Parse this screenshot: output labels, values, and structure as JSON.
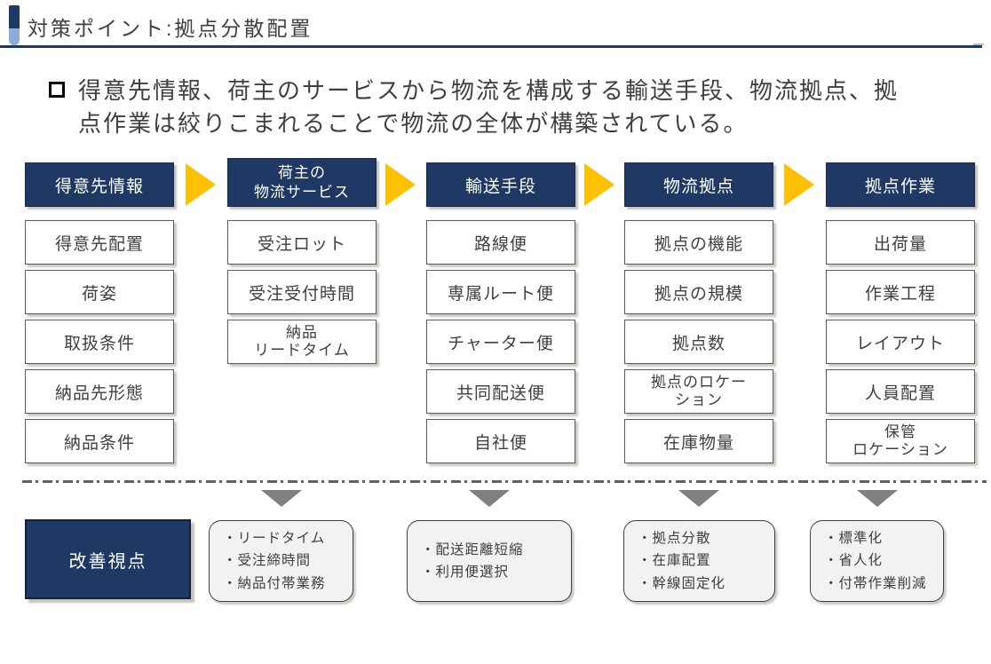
{
  "title": {
    "text": "対策ポイント:拠点分散配置"
  },
  "summary": {
    "line1": "得意先情報、荷主のサービスから物流を構成する輸送手段、物流拠点、拠",
    "line2": "点作業は絞りこまれることで物流の全体が構築されている。"
  },
  "columns": [
    {
      "header": "得意先情報",
      "items": [
        "得意先配置",
        "荷姿",
        "取扱条件",
        "納品先形態",
        "納品条件"
      ]
    },
    {
      "header": "荷主の\n物流サービス",
      "items": [
        "受注ロット",
        "受注受付時間",
        "納品\nリードタイム"
      ]
    },
    {
      "header": "輸送手段",
      "items": [
        "路線便",
        "専属ルート便",
        "チャーター便",
        "共同配送便",
        "自社便"
      ]
    },
    {
      "header": "物流拠点",
      "items": [
        "拠点の機能",
        "拠点の規模",
        "拠点数",
        "拠点のロケー\nション",
        "在庫物量"
      ]
    },
    {
      "header": "拠点作業",
      "items": [
        "出荷量",
        "作業工程",
        "レイアウト",
        "人員配置",
        "保管\nロケーション"
      ]
    }
  ],
  "improvement": {
    "label": "改善視点",
    "boxes": [
      {
        "items": [
          "・リードタイム",
          "・受注締時間",
          "・納品付帯業務"
        ]
      },
      {
        "items": [
          "・配送距離短縮",
          "・利用便選択"
        ]
      },
      {
        "items": [
          "・拠点分散",
          "・在庫配置",
          "・幹線固定化"
        ]
      },
      {
        "items": [
          "・標準化",
          "・省人化",
          "・付帯作業削減"
        ]
      }
    ]
  },
  "icons": {
    "flow_arrow": "right-triangle",
    "down_arrow": "down-triangle",
    "bullet": "hollow-square"
  },
  "colors": {
    "navy": "#1F3864",
    "gold": "#FFC000",
    "accent_light_blue": "#8EAADB",
    "gray_arrow": "#808080",
    "box_border": "#595959",
    "text": "#3F3F3F"
  }
}
